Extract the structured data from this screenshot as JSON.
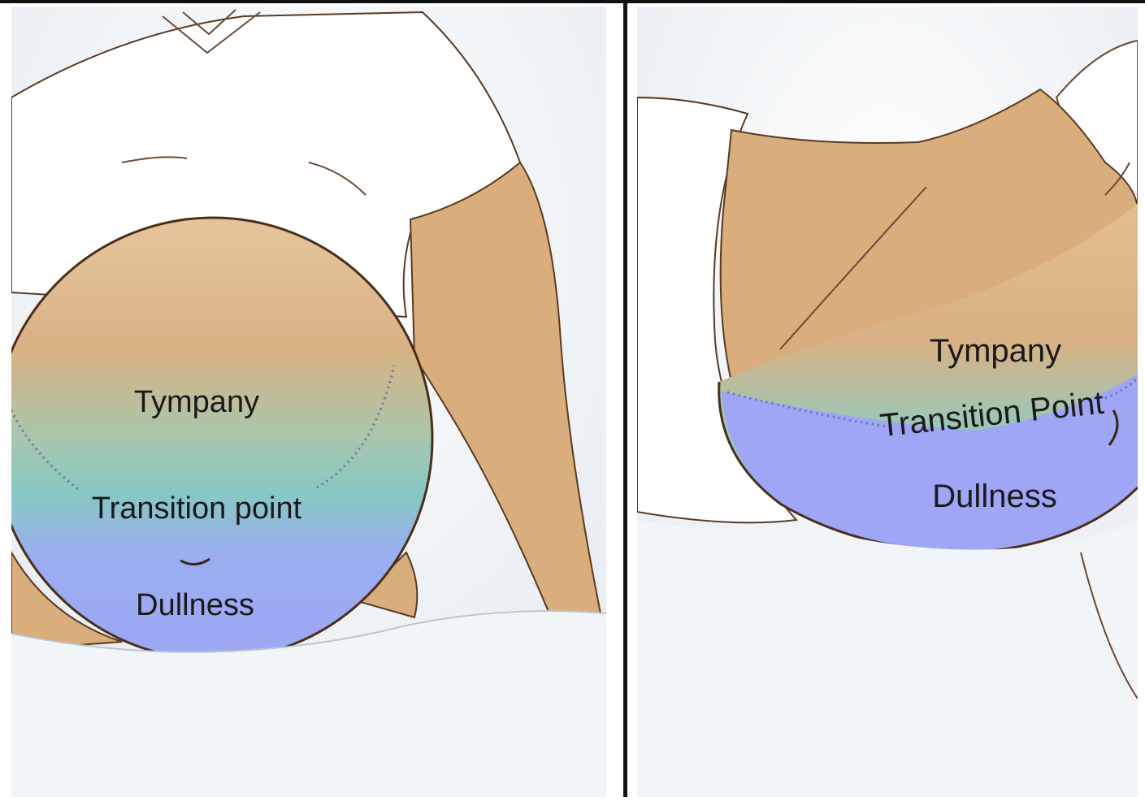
{
  "panels": {
    "left": {
      "tympany": "Tympany",
      "transition": "Transition point",
      "dullness": "Dullness"
    },
    "right": {
      "tympany": "Tympany",
      "transition": "Transition Point",
      "dullness": "Dullness"
    }
  },
  "colors": {
    "skin": "#d9ad7c",
    "skin_light": "#e9c79c",
    "tympany": "#86c9c2",
    "dullness": "#9aa5f3",
    "outline": "#5a3a22",
    "sheet": "#f3f6f8",
    "divider": "#111111"
  }
}
